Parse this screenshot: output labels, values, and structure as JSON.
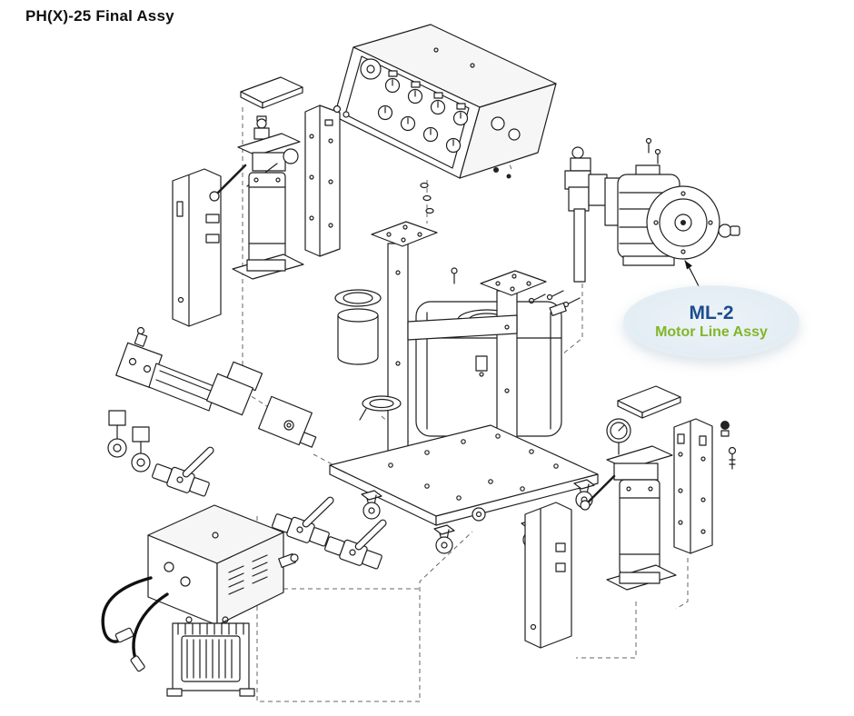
{
  "title": "PH(X)-25 Final Assy",
  "callout": {
    "code": "ML-2",
    "label": "Motor Line Assy",
    "code_color": "#1b4e8e",
    "label_color": "#82b629",
    "bubble_color": "#e3edf4"
  },
  "diagram": {
    "stroke_color": "#1f1f1f",
    "dash_color": "#666666",
    "background": "#ffffff"
  }
}
